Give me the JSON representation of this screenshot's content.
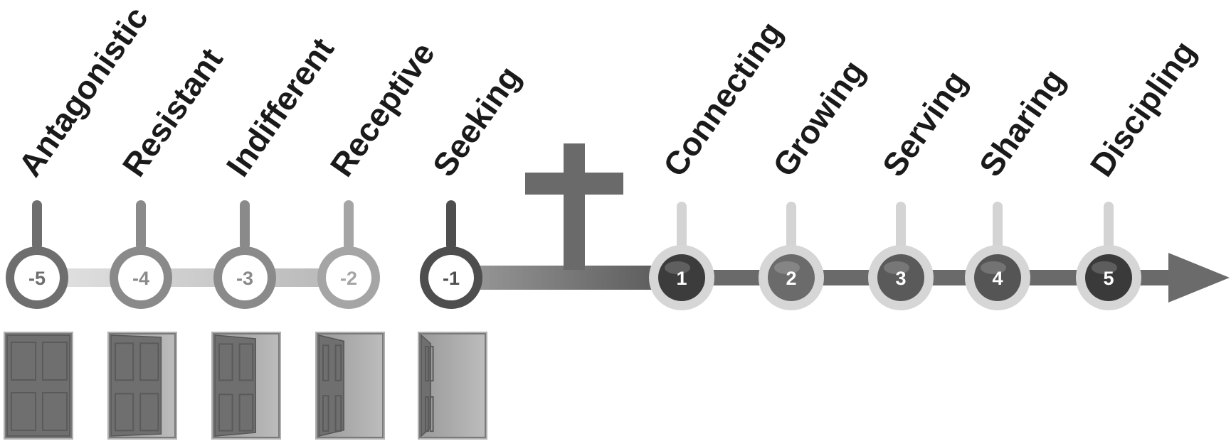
{
  "stages_before": [
    {
      "label": "Antagonistic",
      "number": "-5",
      "door_open": 0.0
    },
    {
      "label": "Resistant",
      "number": "-4",
      "door_open": 0.2
    },
    {
      "label": "Indifferent",
      "number": "-3",
      "door_open": 0.35
    },
    {
      "label": "Receptive",
      "number": "-2",
      "door_open": 0.6
    },
    {
      "label": "Seeking",
      "number": "-1",
      "door_open": 0.85
    }
  ],
  "stages_after": [
    {
      "label": "Connecting",
      "number": "1"
    },
    {
      "label": "Growing",
      "number": "2"
    },
    {
      "label": "Serving",
      "number": "3"
    },
    {
      "label": "Sharing",
      "number": "4"
    },
    {
      "label": "Discipling",
      "number": "5"
    }
  ],
  "center_symbol": "cross-icon",
  "end_symbol": "arrow-head-icon",
  "colors": {
    "ring_before": [
      "#6e6e6e",
      "#8a8a8a",
      "#8a8a8a",
      "#a5a5a5",
      "#4e4e4e"
    ],
    "circle_after": [
      "#3c3c3c",
      "#6b6b6b",
      "#5a5a5a",
      "#555555",
      "#3a3a3a"
    ],
    "cross": "#6a6a6a",
    "arrow": "#6b6b6b",
    "door": "#808080"
  }
}
